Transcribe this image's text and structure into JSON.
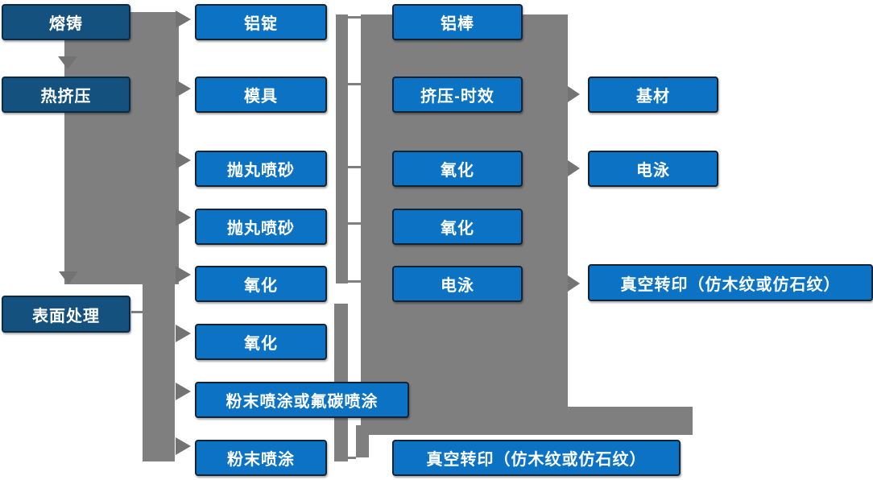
{
  "diagram": {
    "description": "Aluminum profile production process flowchart",
    "colors": {
      "dark_blue": "#15517F",
      "bright_blue": "#0B72C4",
      "connector_gray": "#7F7F7F",
      "arrow_gray": "#737373",
      "text": "#FFFFFF"
    },
    "nodes": {
      "melting": {
        "label": "熔铸"
      },
      "hot_extrusion": {
        "label": "热挤压"
      },
      "surface_treatment": {
        "label": "表面处理"
      },
      "aluminum_ingot": {
        "label": "铝锭"
      },
      "mold": {
        "label": "模具"
      },
      "shot_blasting_1": {
        "label": "抛丸喷砂"
      },
      "shot_blasting_2": {
        "label": "抛丸喷砂"
      },
      "oxidation_1": {
        "label": "氧化"
      },
      "oxidation_2": {
        "label": "氧化"
      },
      "powder_or_fluorocarbon": {
        "label": "粉末喷涂或氟碳喷涂"
      },
      "powder_coating": {
        "label": "粉末喷涂"
      },
      "aluminum_rod": {
        "label": "铝棒"
      },
      "extrusion_aging": {
        "label": "挤压-时效"
      },
      "oxidation_3": {
        "label": "氧化"
      },
      "oxidation_4": {
        "label": "氧化"
      },
      "electrophoresis_1": {
        "label": "电泳"
      },
      "vacuum_transfer_bottom": {
        "label": "真空转印（仿木纹或仿石纹）"
      },
      "base_material": {
        "label": "基材"
      },
      "electrophoresis_2": {
        "label": "电泳"
      },
      "vacuum_transfer_right": {
        "label": "真空转印（仿木纹或仿石纹）"
      }
    },
    "edges": [
      {
        "from": "melting",
        "to": "aluminum_ingot"
      },
      {
        "from": "melting",
        "to": "hot_extrusion"
      },
      {
        "from": "hot_extrusion",
        "to": "mold"
      },
      {
        "from": "hot_extrusion",
        "to": "surface_treatment"
      },
      {
        "from": "surface_treatment",
        "to": "shot_blasting_1"
      },
      {
        "from": "surface_treatment",
        "to": "shot_blasting_2"
      },
      {
        "from": "surface_treatment",
        "to": "oxidation_1"
      },
      {
        "from": "surface_treatment",
        "to": "oxidation_2"
      },
      {
        "from": "surface_treatment",
        "to": "powder_or_fluorocarbon"
      },
      {
        "from": "surface_treatment",
        "to": "powder_coating"
      },
      {
        "from": "aluminum_ingot",
        "to": "aluminum_rod"
      },
      {
        "from": "mold",
        "to": "extrusion_aging"
      },
      {
        "from": "shot_blasting_1",
        "to": "oxidation_3"
      },
      {
        "from": "shot_blasting_2",
        "to": "oxidation_4"
      },
      {
        "from": "oxidation_1",
        "to": "electrophoresis_1"
      },
      {
        "from": "powder_coating",
        "to": "vacuum_transfer_bottom"
      },
      {
        "from": "extrusion_aging",
        "to": "base_material"
      },
      {
        "from": "oxidation_3",
        "to": "electrophoresis_2"
      },
      {
        "from": "electrophoresis_1",
        "to": "vacuum_transfer_right"
      }
    ]
  }
}
